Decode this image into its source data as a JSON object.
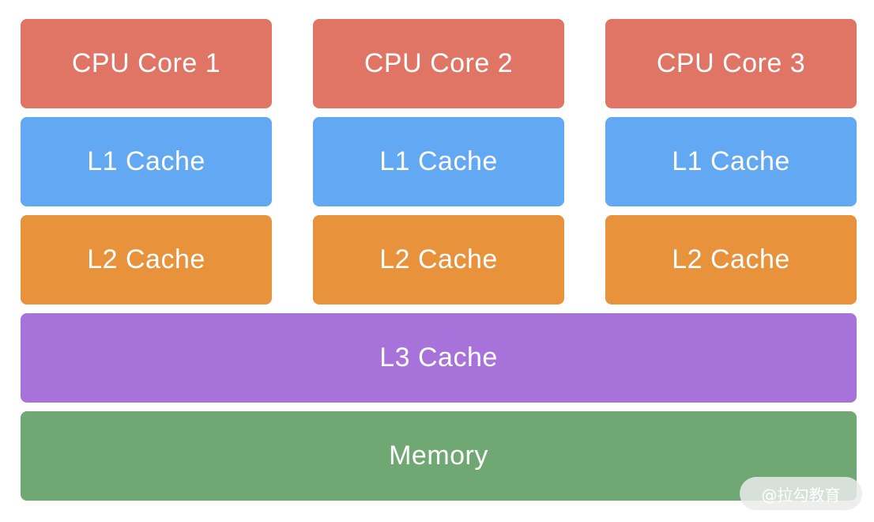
{
  "colors": {
    "cpu_core": "#E07565",
    "l1_cache": "#62A8F2",
    "l2_cache": "#E8923B",
    "l3_cache": "#A872DB",
    "memory": "#6FA873"
  },
  "columns": [
    {
      "core_label": "CPU Core 1",
      "l1_label": "L1 Cache",
      "l2_label": "L2 Cache"
    },
    {
      "core_label": "CPU Core 2",
      "l1_label": "L1 Cache",
      "l2_label": "L2 Cache"
    },
    {
      "core_label": "CPU Core 3",
      "l1_label": "L1 Cache",
      "l2_label": "L2 Cache"
    }
  ],
  "shared": {
    "l3_label": "L3 Cache",
    "memory_label": "Memory"
  },
  "watermark": {
    "text": "@拉勾教育"
  }
}
